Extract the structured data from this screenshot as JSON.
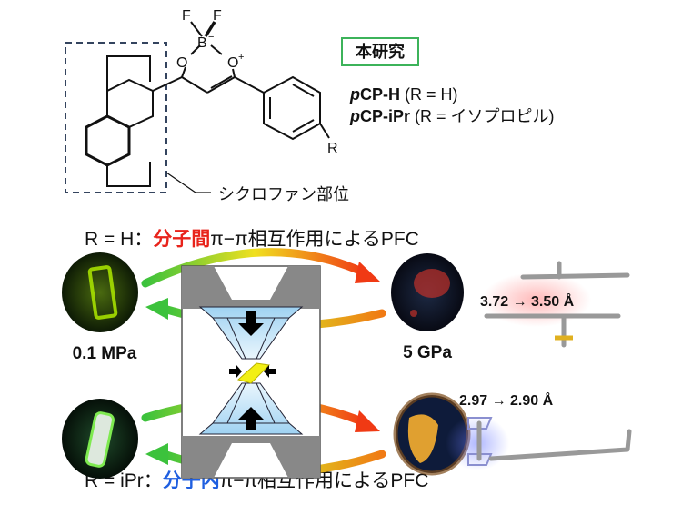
{
  "structure": {
    "atoms": {
      "F1": "F",
      "F2": "F",
      "B": "B",
      "B_charge": "−",
      "O1": "O",
      "O2": "O",
      "O2_charge": "+",
      "R": "R"
    },
    "cyclophane_label": "シクロファン部位"
  },
  "study_badge": "本研究",
  "compounds": [
    {
      "name": "pCP-H",
      "name_prefix": "p",
      "name_rest": "CP-H",
      "note": "(R = H)"
    },
    {
      "name": "pCP-iPr",
      "name_prefix": "p",
      "name_rest": "CP-iPr",
      "note": "(R = イソプロピル)"
    }
  ],
  "headline_top": {
    "prefix": "R = H：",
    "highlight": "分子間",
    "rest": "π−π相互作用によるPFC",
    "highlight_color": "#e8231b"
  },
  "headline_bottom": {
    "prefix": "R = iPr：",
    "highlight": "分子内",
    "rest": "π−π相互作用によるPFC",
    "highlight_color": "#1f5fe0"
  },
  "pressure_low": "0.1 MPa",
  "pressure_high": "5 GPa",
  "distance_top": "3.72 → 3.50 Å",
  "distance_bottom": "2.97 → 2.90 Å",
  "colors": {
    "badge_border": "#3cb35a",
    "dashed_box": "#34445e",
    "emission_green": "#a6e000",
    "emission_red": "#c0302a",
    "emission_orange": "#e0a030"
  }
}
